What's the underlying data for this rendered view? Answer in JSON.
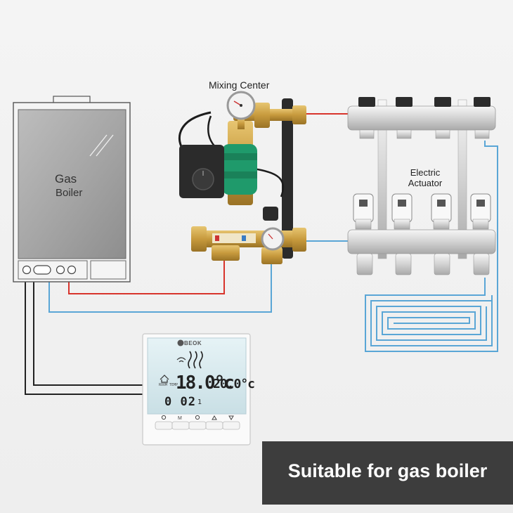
{
  "labels": {
    "mixing_center": "Mixing Center",
    "electric_actuator": "Electric Actuator",
    "boiler_gas": "Gas",
    "boiler_word": "Boiler",
    "thermostat_brand": "BEOK"
  },
  "thermostat_display": {
    "room_temp": "18.0°c",
    "set_temp": "20.0°c",
    "clock": "0 02",
    "day": "1",
    "mode_text": "ROOM TEMP"
  },
  "thermostat_buttons": [
    "power-icon",
    "M",
    "clock-icon",
    "up-icon",
    "down-icon"
  ],
  "banner": {
    "text": "Suitable for gas boiler"
  },
  "colors": {
    "hot_pipe": "#d8342c",
    "cold_pipe": "#5aa6d6",
    "wire": "#222222",
    "banner_bg": "#3d3d3d",
    "pump_green": "#1f9a6b",
    "brass": "#c9a04a"
  }
}
